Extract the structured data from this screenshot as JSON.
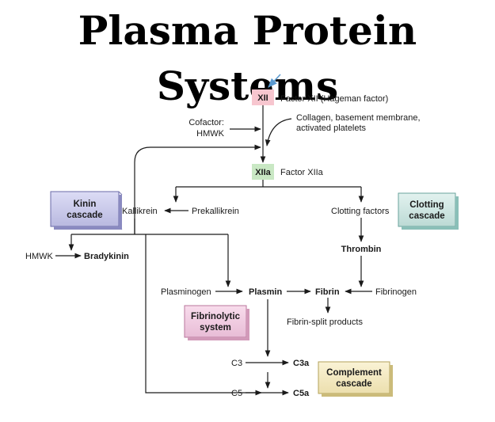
{
  "title": "Plasma Protein Systems",
  "nodes": {
    "xii": "XII",
    "xii_label": "Factor XII (Hageman factor)",
    "cofactor_line1": "Cofactor:",
    "cofactor_line2": "HMWK",
    "collagen_line1": "Collagen, basement membrane,",
    "collagen_line2": "activated platelets",
    "xiia": "XIIa",
    "xiia_label": "Factor XIIa",
    "kallikrein": "Kallikrein",
    "prekallikrein": "Prekallikrein",
    "clotting_factors": "Clotting factors",
    "hmwk": "HMWK",
    "bradykinin": "Bradykinin",
    "thrombin": "Thrombin",
    "plasminogen": "Plasminogen",
    "plasmin": "Plasmin",
    "fibrin": "Fibrin",
    "fibrinogen": "Fibrinogen",
    "fibrin_split": "Fibrin-split products",
    "c3": "C3",
    "c3a": "C3a",
    "c5": "C5",
    "c5a": "C5a"
  },
  "boxes": {
    "kinin_line1": "Kinin",
    "kinin_line2": "cascade",
    "clotting_line1": "Clotting",
    "clotting_line2": "cascade",
    "fibrinolytic_line1": "Fibrinolytic",
    "fibrinolytic_line2": "system",
    "complement_line1": "Complement",
    "complement_line2": "cascade"
  },
  "colors": {
    "kinin_box": "#c9c9ec",
    "clotting_box": "#cfe6e2",
    "fibrinolytic_box": "#f2cde3",
    "complement_box": "#f6eec4",
    "xii_box": "#f7c6cf",
    "xiia_box": "#c9e8c4",
    "marker_arrow": "#5a9ad0"
  }
}
